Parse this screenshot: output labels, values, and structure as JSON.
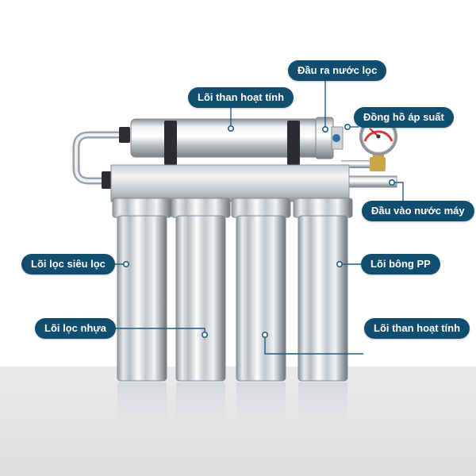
{
  "callouts": {
    "outlet": "Đầu ra nước lọc",
    "carbon_top": "Lõi than hoạt tính",
    "pressure_gauge": "Đồng hồ áp suất",
    "inlet": "Đầu vào nước máy",
    "ultra_filter": "Lõi lọc siêu lọc",
    "pp_cotton": "Lõi bông PP",
    "resin": "Lõi lọc nhựa",
    "carbon_bottom": "Lõi than hoạt tính"
  },
  "colors": {
    "label_background": "#104d6e",
    "leader_line": "#1f5f85",
    "marker_dot": "#1f5f85"
  }
}
